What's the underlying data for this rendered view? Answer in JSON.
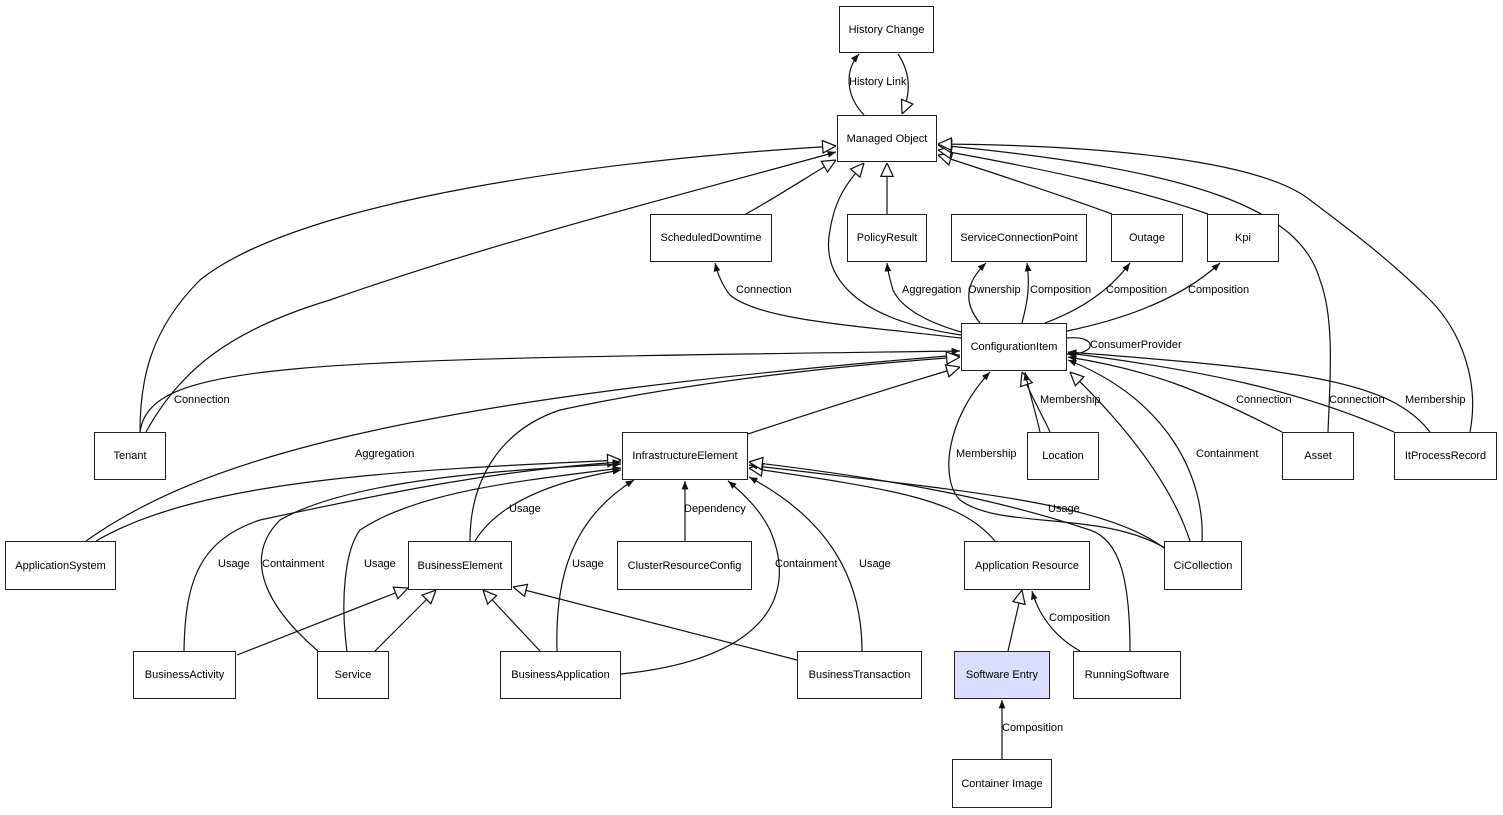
{
  "diagram": {
    "title": "",
    "highlight_color": "#dcdcfc",
    "nodes": [
      {
        "id": "history_change",
        "label": "History Change"
      },
      {
        "id": "managed_object",
        "label": "Managed Object"
      },
      {
        "id": "scheduled_downtime",
        "label": "ScheduledDowntime"
      },
      {
        "id": "policy_result",
        "label": "PolicyResult"
      },
      {
        "id": "service_connection_point",
        "label": "ServiceConnectionPoint"
      },
      {
        "id": "outage",
        "label": "Outage"
      },
      {
        "id": "kpi",
        "label": "Kpi"
      },
      {
        "id": "configuration_item",
        "label": "ConfigurationItem"
      },
      {
        "id": "tenant",
        "label": "Tenant"
      },
      {
        "id": "infrastructure_element",
        "label": "InfrastructureElement"
      },
      {
        "id": "location",
        "label": "Location"
      },
      {
        "id": "asset",
        "label": "Asset"
      },
      {
        "id": "it_process_record",
        "label": "ItProcessRecord"
      },
      {
        "id": "application_system",
        "label": "ApplicationSystem"
      },
      {
        "id": "business_element",
        "label": "BusinessElement"
      },
      {
        "id": "cluster_resource_config",
        "label": "ClusterResourceConfig"
      },
      {
        "id": "application_resource",
        "label": "Application Resource"
      },
      {
        "id": "ci_collection",
        "label": "CiCollection"
      },
      {
        "id": "business_activity",
        "label": "BusinessActivity"
      },
      {
        "id": "service",
        "label": "Service"
      },
      {
        "id": "business_application",
        "label": "BusinessApplication"
      },
      {
        "id": "business_transaction",
        "label": "BusinessTransaction"
      },
      {
        "id": "software_entry",
        "label": "Software Entry",
        "highlighted": true
      },
      {
        "id": "running_software",
        "label": "RunningSoftware"
      },
      {
        "id": "container_image",
        "label": "Container Image"
      }
    ],
    "edges": [
      {
        "from": "managed_object",
        "to": "history_change",
        "type": "association",
        "label": "History Link"
      },
      {
        "from": "history_change",
        "to": "managed_object",
        "type": "inheritance",
        "label": ""
      },
      {
        "from": "tenant",
        "to": "managed_object",
        "type": "inheritance",
        "label": ""
      },
      {
        "from": "tenant",
        "to": "managed_object",
        "type": "association",
        "label": "Connection"
      },
      {
        "from": "scheduled_downtime",
        "to": "managed_object",
        "type": "inheritance",
        "label": ""
      },
      {
        "from": "configuration_item",
        "to": "managed_object",
        "type": "inheritance",
        "label": ""
      },
      {
        "from": "policy_result",
        "to": "managed_object",
        "type": "inheritance",
        "label": ""
      },
      {
        "from": "outage",
        "to": "managed_object",
        "type": "inheritance",
        "label": ""
      },
      {
        "from": "kpi",
        "to": "managed_object",
        "type": "inheritance",
        "label": ""
      },
      {
        "from": "asset",
        "to": "managed_object",
        "type": "inheritance",
        "label": ""
      },
      {
        "from": "it_process_record",
        "to": "managed_object",
        "type": "inheritance",
        "label": ""
      },
      {
        "from": "configuration_item",
        "to": "scheduled_downtime",
        "type": "association",
        "label": "Connection"
      },
      {
        "from": "configuration_item",
        "to": "policy_result",
        "type": "association",
        "label": "Aggregation"
      },
      {
        "from": "configuration_item",
        "to": "service_connection_point",
        "type": "association",
        "label": "Ownership"
      },
      {
        "from": "configuration_item",
        "to": "service_connection_point",
        "type": "association",
        "label": "Composition"
      },
      {
        "from": "configuration_item",
        "to": "outage",
        "type": "association",
        "label": "Composition"
      },
      {
        "from": "configuration_item",
        "to": "kpi",
        "type": "association",
        "label": "Composition"
      },
      {
        "from": "configuration_item",
        "to": "configuration_item",
        "type": "association",
        "label": "ConsumerProvider"
      },
      {
        "from": "tenant",
        "to": "configuration_item",
        "type": "association",
        "label": "Connection"
      },
      {
        "from": "application_system",
        "to": "configuration_item",
        "type": "association",
        "label": "Aggregation"
      },
      {
        "from": "business_element",
        "to": "configuration_item",
        "type": "inheritance",
        "label": ""
      },
      {
        "from": "infrastructure_element",
        "to": "configuration_item",
        "type": "inheritance",
        "label": ""
      },
      {
        "from": "location",
        "to": "configuration_item",
        "type": "inheritance",
        "label": ""
      },
      {
        "from": "location",
        "to": "configuration_item",
        "type": "association",
        "label": "Membership"
      },
      {
        "from": "ci_collection",
        "to": "configuration_item",
        "type": "association",
        "label": "Membership"
      },
      {
        "from": "ci_collection",
        "to": "configuration_item",
        "type": "inheritance",
        "label": ""
      },
      {
        "from": "ci_collection",
        "to": "configuration_item",
        "type": "association",
        "label": "Containment"
      },
      {
        "from": "asset",
        "to": "configuration_item",
        "type": "association",
        "label": "Connection"
      },
      {
        "from": "it_process_record",
        "to": "configuration_item",
        "type": "association",
        "label": "Connection"
      },
      {
        "from": "it_process_record",
        "to": "configuration_item",
        "type": "association",
        "label": "Membership"
      },
      {
        "from": "application_system",
        "to": "infrastructure_element",
        "type": "inheritance",
        "label": ""
      },
      {
        "from": "business_activity",
        "to": "infrastructure_element",
        "type": "association",
        "label": "Usage"
      },
      {
        "from": "service",
        "to": "infrastructure_element",
        "type": "association",
        "label": "Containment"
      },
      {
        "from": "service",
        "to": "infrastructure_element",
        "type": "association",
        "label": "Usage"
      },
      {
        "from": "business_element",
        "to": "infrastructure_element",
        "type": "association",
        "label": "Usage"
      },
      {
        "from": "business_application",
        "to": "infrastructure_element",
        "type": "association",
        "label": "Usage"
      },
      {
        "from": "cluster_resource_config",
        "to": "infrastructure_element",
        "type": "association",
        "label": "Dependency"
      },
      {
        "from": "business_application",
        "to": "infrastructure_element",
        "type": "association",
        "label": "Containment"
      },
      {
        "from": "business_transaction",
        "to": "infrastructure_element",
        "type": "association",
        "label": "Usage"
      },
      {
        "from": "application_resource",
        "to": "infrastructure_element",
        "type": "inheritance",
        "label": ""
      },
      {
        "from": "ci_collection",
        "to": "infrastructure_element",
        "type": "association",
        "label": "Usage"
      },
      {
        "from": "running_software",
        "to": "infrastructure_element",
        "type": "inheritance",
        "label": ""
      },
      {
        "from": "business_activity",
        "to": "business_element",
        "type": "inheritance",
        "label": ""
      },
      {
        "from": "service",
        "to": "business_element",
        "type": "inheritance",
        "label": ""
      },
      {
        "from": "business_application",
        "to": "business_element",
        "type": "inheritance",
        "label": ""
      },
      {
        "from": "business_transaction",
        "to": "business_element",
        "type": "inheritance",
        "label": ""
      },
      {
        "from": "software_entry",
        "to": "application_resource",
        "type": "inheritance",
        "label": ""
      },
      {
        "from": "running_software",
        "to": "application_resource",
        "type": "association",
        "label": "Composition"
      },
      {
        "from": "container_image",
        "to": "software_entry",
        "type": "association",
        "label": "Composition"
      }
    ]
  }
}
